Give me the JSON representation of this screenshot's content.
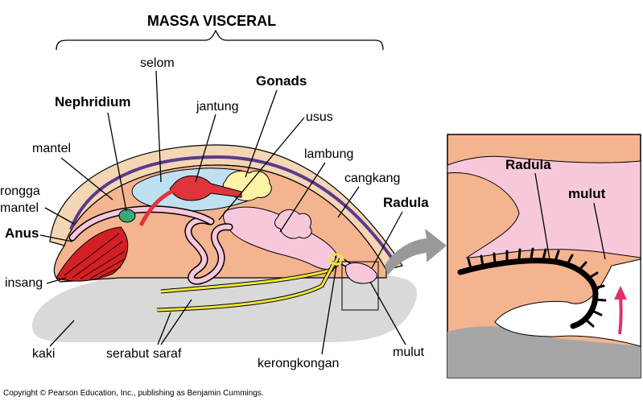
{
  "title": "MASSA VISCERAL",
  "labels": {
    "selom": "selom",
    "gonads": "Gonads",
    "nephridium": "Nephridium",
    "jantung": "jantung",
    "usus": "usus",
    "mantel": "mantel",
    "lambung": "lambung",
    "rongga": "rongga",
    "rongga_mantel": "mantel",
    "cangkang": "cangkang",
    "radula": "Radula",
    "anus": "Anus",
    "insang": "insang",
    "kaki": "kaki",
    "serabut_saraf": "serabut saraf",
    "kerongkongan": "kerongkongan",
    "mulut": "mulut"
  },
  "inset": {
    "radula": "Radula",
    "mulut": "mulut"
  },
  "copyright": "Copyright © Pearson Education, Inc., publishing as Benjamin Cummings.",
  "colors": {
    "shell": "#f3d6b3",
    "mantle": "#f4b48f",
    "foot": "#d9d9d9",
    "coelom": "#bfe0f0",
    "heart": "#e0343c",
    "gill": "#d41f26",
    "gut": "#f7c8dc",
    "nephridium": "#3aa878",
    "gonad": "#fff3a8",
    "nerve": "#f0e43c",
    "mantle_line": "#5a3a8c",
    "inset_bg": "#f4b48f",
    "arrow": "#999999",
    "motion_arrow": "#e0306c"
  }
}
